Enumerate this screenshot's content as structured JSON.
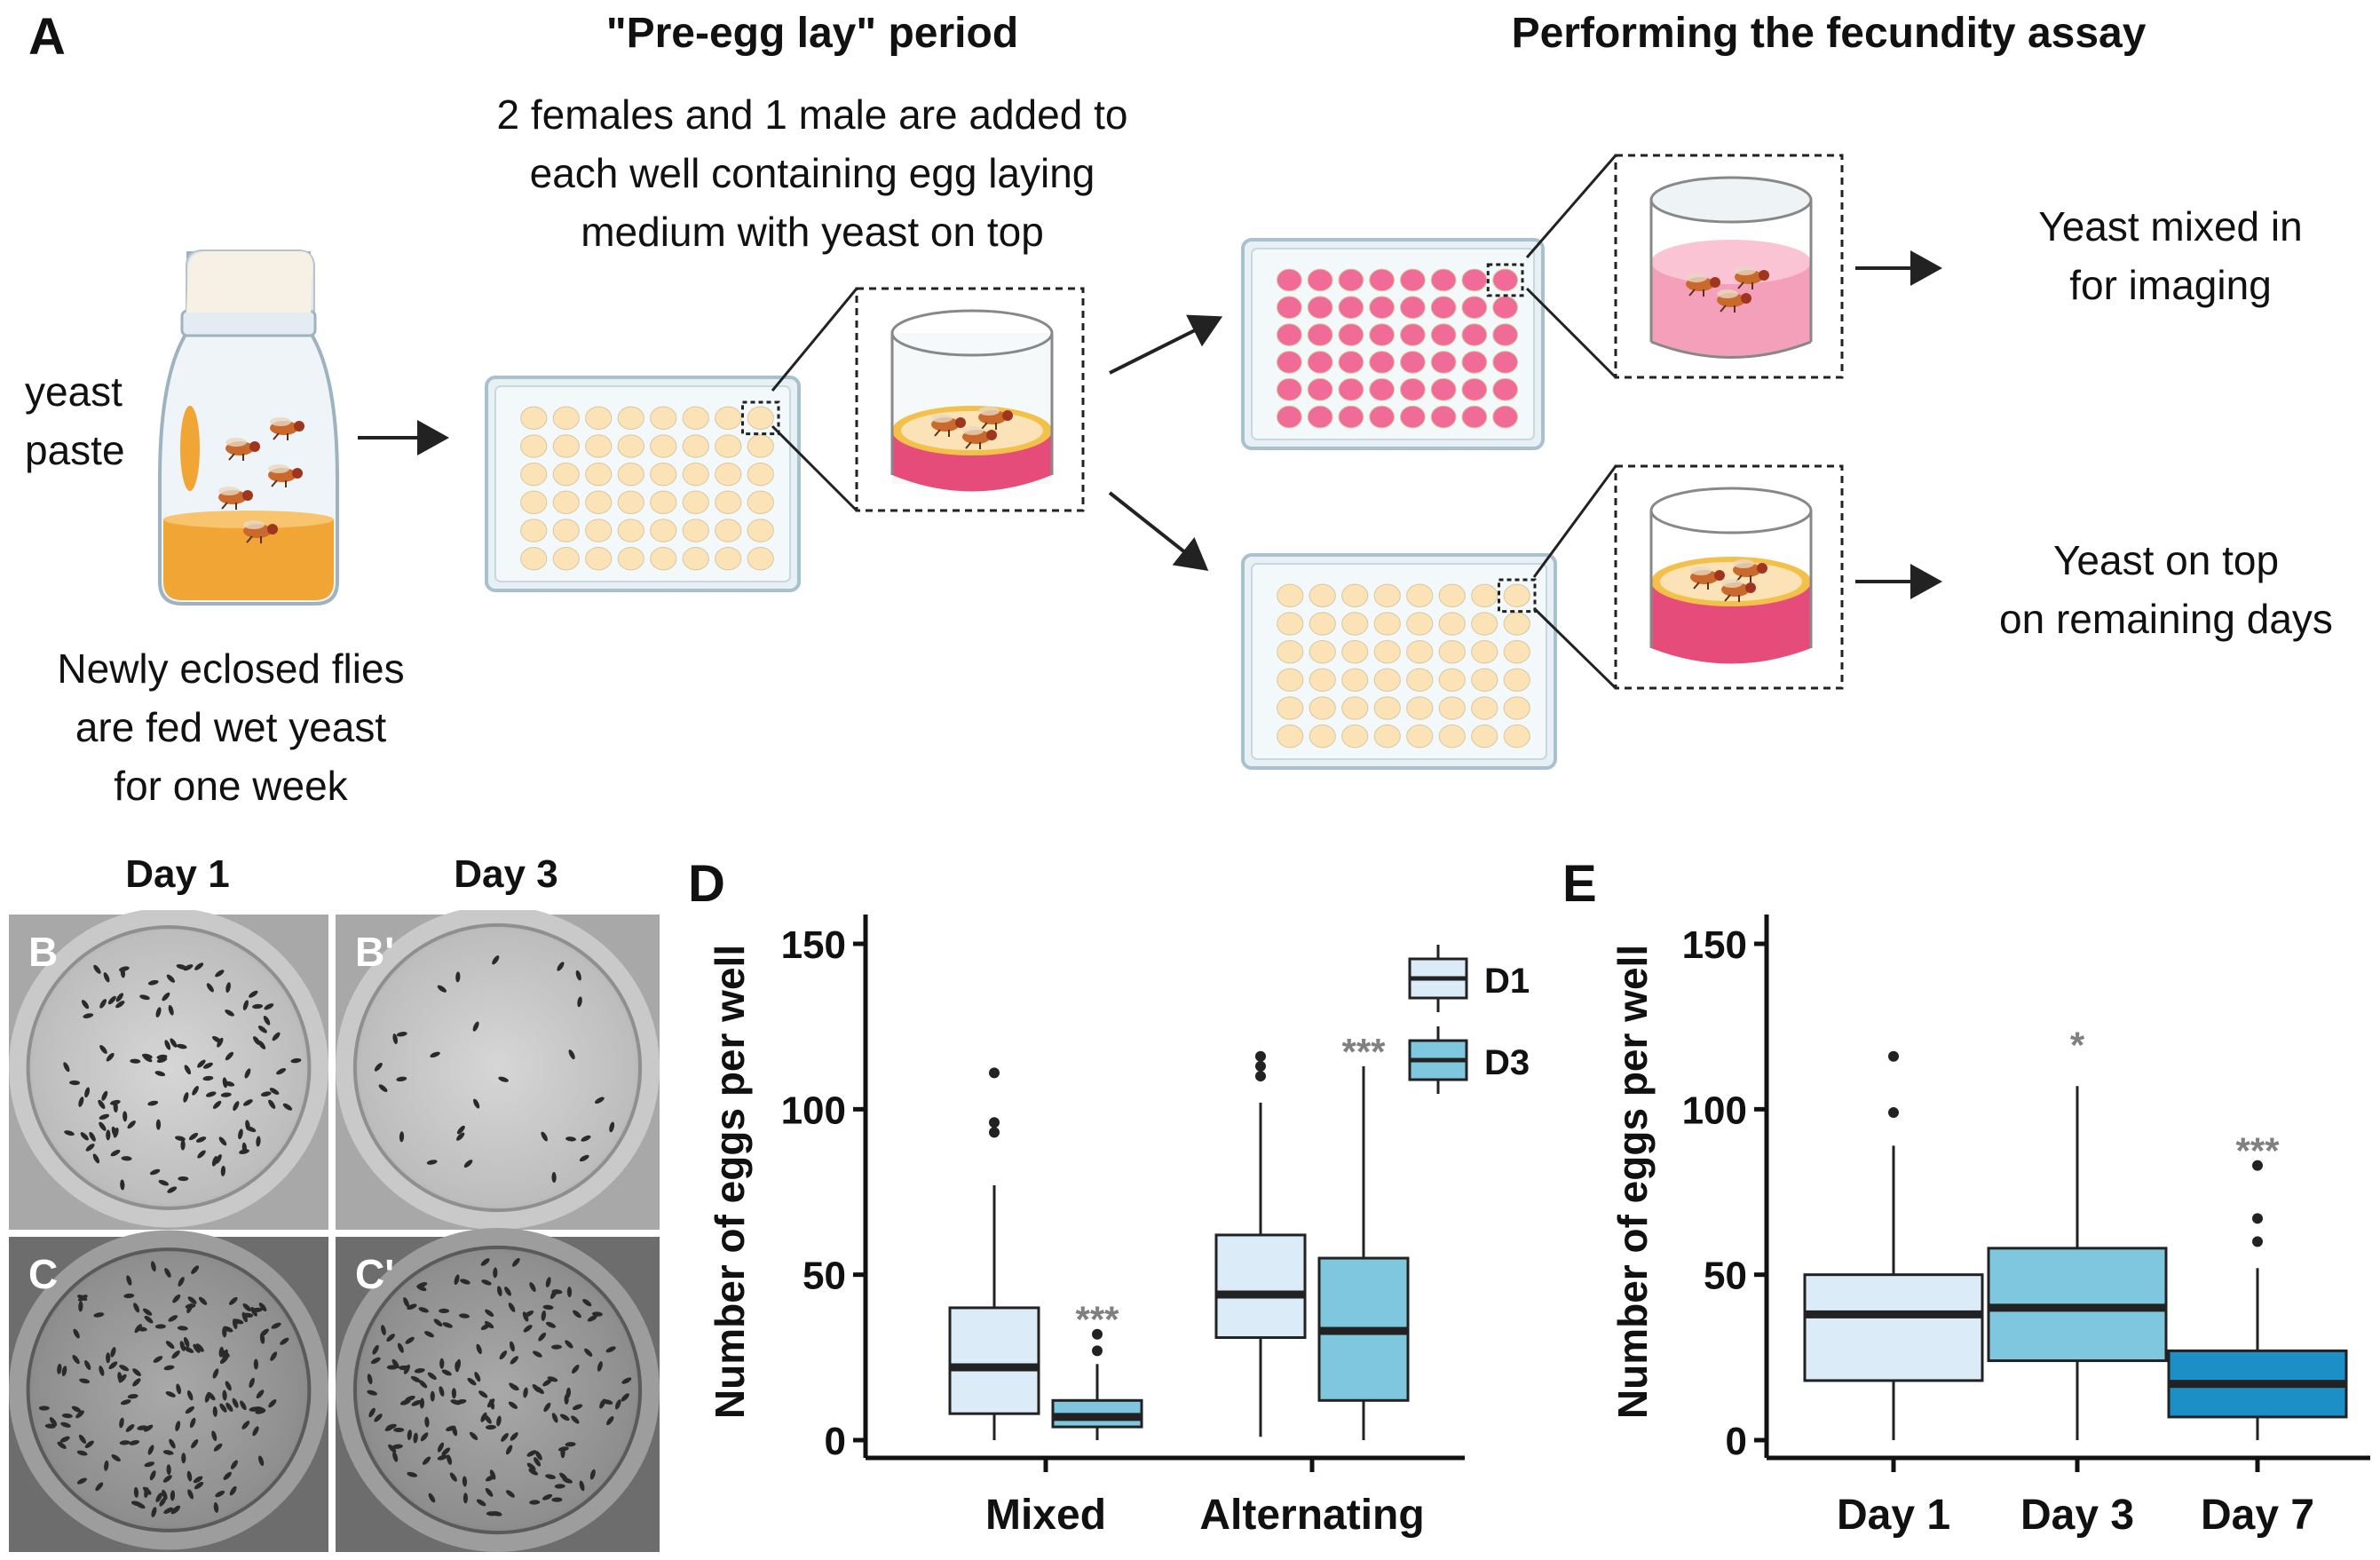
{
  "panel_a": {
    "letter": "A",
    "yeast_label": [
      "yeast",
      "paste"
    ],
    "flies_caption": [
      "Newly eclosed flies",
      "are fed wet yeast",
      "for one week"
    ],
    "pre_egg_title": "\"Pre-egg lay\" period",
    "pre_egg_text": [
      "2 females and 1 male are added to",
      "each well containing egg laying",
      "medium with yeast on top"
    ],
    "assay_title": "Performing the fecundity assay",
    "mixed_text": [
      "Yeast mixed in",
      "for imaging"
    ],
    "top_text": [
      "Yeast on top",
      "on remaining days"
    ]
  },
  "panel_b": {
    "col1": "Day 1",
    "col2": "Day 3",
    "labels": [
      "B",
      "B'",
      "C",
      "C'"
    ]
  },
  "colors": {
    "d1": "#dcebf8",
    "d3": "#7fc7df",
    "day7": "#1d8fc7",
    "pink_well": "#f06b97",
    "cream_well": "#fbe3b7",
    "sig": "#808080"
  },
  "chart_data": [
    {
      "panel": "D",
      "type": "box",
      "ylabel": "Number of eggs per well",
      "ylim": [
        0,
        160
      ],
      "yticks": [
        0,
        50,
        100,
        150
      ],
      "categories": [
        "Mixed",
        "Alternating"
      ],
      "legend": {
        "position": "top-right",
        "entries": [
          "D1",
          "D3"
        ]
      },
      "series": [
        {
          "name": "D1",
          "color": "#dcebf8",
          "boxes": [
            {
              "category": "Mixed",
              "min": 0,
              "q1": 8,
              "median": 22,
              "q3": 40,
              "max": 77,
              "outliers": [
                93,
                96,
                111
              ]
            },
            {
              "category": "Alternating",
              "min": 1,
              "q1": 31,
              "median": 44,
              "q3": 62,
              "max": 102,
              "outliers": [
                110,
                113,
                116
              ]
            }
          ]
        },
        {
          "name": "D3",
          "color": "#7fc7df",
          "boxes": [
            {
              "category": "Mixed",
              "min": 0,
              "q1": 4,
              "median": 7,
              "q3": 12,
              "max": 23,
              "outliers": [
                27,
                32
              ]
            },
            {
              "category": "Alternating",
              "min": 0,
              "q1": 12,
              "median": 33,
              "q3": 55,
              "max": 113,
              "outliers": []
            }
          ]
        }
      ],
      "annotations": [
        {
          "text": "***",
          "category": "Mixed",
          "series": "D3",
          "y": 39
        },
        {
          "text": "***",
          "category": "Alternating",
          "series": "D3",
          "y": 120
        }
      ]
    },
    {
      "panel": "E",
      "type": "box",
      "ylabel": "Number of eggs per well",
      "ylim": [
        0,
        160
      ],
      "yticks": [
        0,
        50,
        100,
        150
      ],
      "categories": [
        "Day 1",
        "Day 3",
        "Day 7"
      ],
      "boxes": [
        {
          "category": "Day 1",
          "color": "#dcebf8",
          "min": 0,
          "q1": 18,
          "median": 38,
          "q3": 50,
          "max": 89,
          "outliers": [
            99,
            116
          ]
        },
        {
          "category": "Day 3",
          "color": "#7fc7df",
          "min": 0,
          "q1": 24,
          "median": 40,
          "q3": 58,
          "max": 107,
          "outliers": []
        },
        {
          "category": "Day 7",
          "color": "#1d8fc7",
          "min": 0,
          "q1": 7,
          "median": 17,
          "q3": 27,
          "max": 52,
          "outliers": [
            60,
            67,
            83
          ]
        }
      ],
      "annotations": [
        {
          "text": "*",
          "category": "Day 3",
          "y": 122
        },
        {
          "text": "***",
          "category": "Day 7",
          "y": 90
        }
      ]
    }
  ]
}
